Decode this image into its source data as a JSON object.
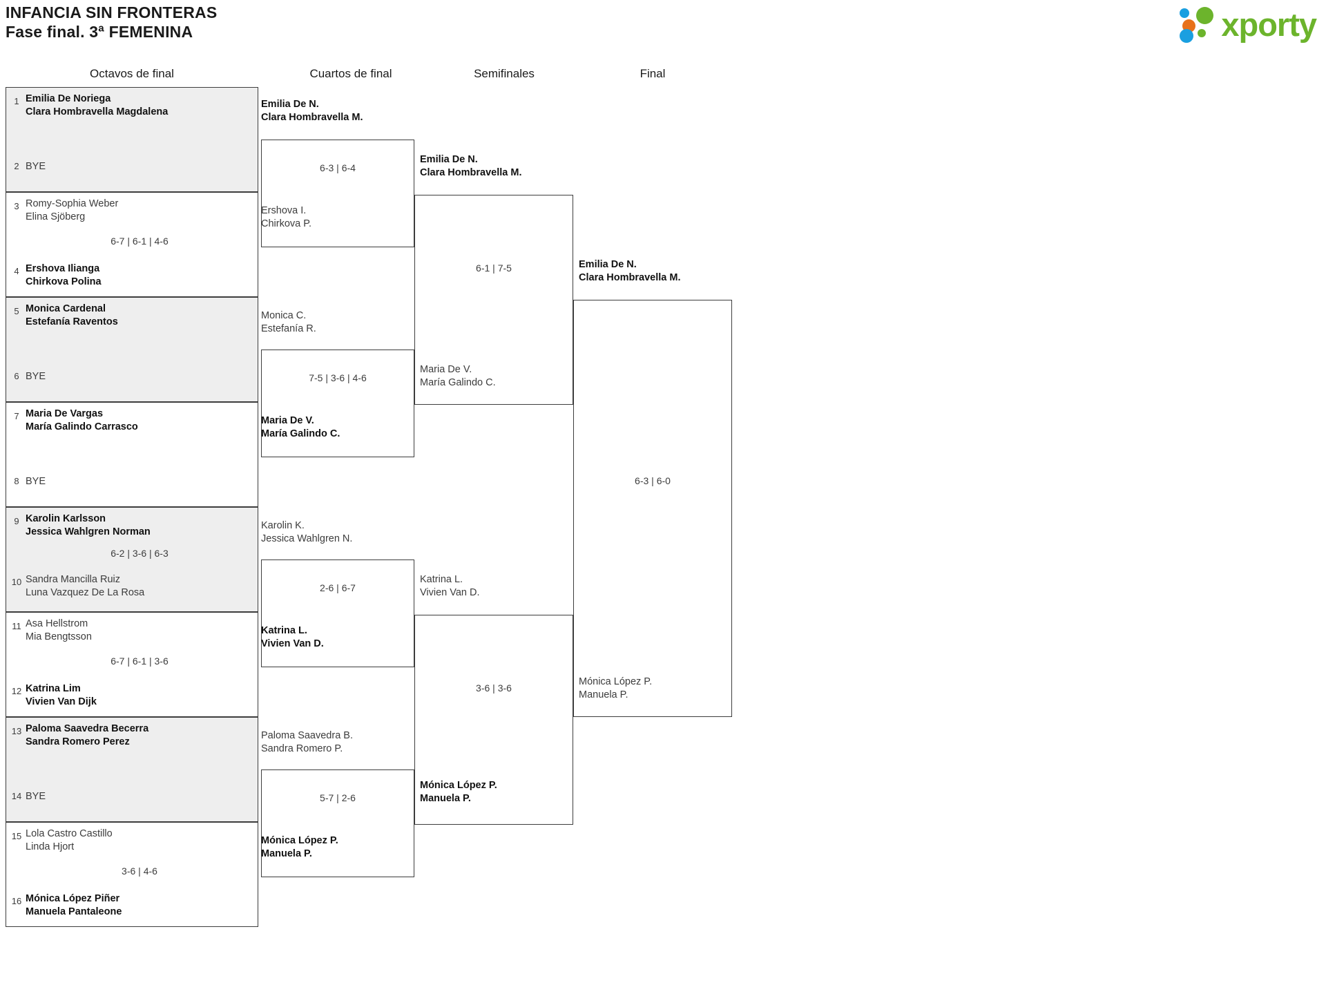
{
  "header": {
    "tournament": "INFANCIA SIN FRONTERAS",
    "phase": "Fase final. 3ª FEMENINA",
    "logo_text": "xporty"
  },
  "rounds": [
    {
      "key": "r16",
      "label": "Octavos de final"
    },
    {
      "key": "qf",
      "label": "Cuartos de final"
    },
    {
      "key": "sf",
      "label": "Semifinales"
    },
    {
      "key": "f",
      "label": "Final"
    }
  ],
  "r16": {
    "matches": [
      {
        "seed_top": "1",
        "seed_bottom": "2",
        "top_l1": "Emilia De Noriega",
        "top_l2": "Clara Hombravella Magdalena",
        "bottom_l1": "BYE",
        "bottom_l2": "",
        "score": "",
        "winner": "top",
        "shaded": true
      },
      {
        "seed_top": "3",
        "seed_bottom": "4",
        "top_l1": "Romy-Sophia Weber",
        "top_l2": "Elina Sjöberg",
        "bottom_l1": "Ershova Ilianga",
        "bottom_l2": "Chirkova Polina",
        "score": "6-7 | 6-1 | 4-6",
        "winner": "bottom",
        "shaded": false
      },
      {
        "seed_top": "5",
        "seed_bottom": "6",
        "top_l1": "Monica Cardenal",
        "top_l2": "Estefanía Raventos",
        "bottom_l1": "BYE",
        "bottom_l2": "",
        "score": "",
        "winner": "top",
        "shaded": true
      },
      {
        "seed_top": "7",
        "seed_bottom": "8",
        "top_l1": "Maria De Vargas",
        "top_l2": "María Galindo Carrasco",
        "bottom_l1": "BYE",
        "bottom_l2": "",
        "score": "",
        "winner": "top",
        "shaded": false
      },
      {
        "seed_top": "9",
        "seed_bottom": "10",
        "top_l1": "Karolin Karlsson",
        "top_l2": "Jessica Wahlgren Norman",
        "bottom_l1": "Sandra Mancilla Ruiz",
        "bottom_l2": "Luna Vazquez De La Rosa",
        "score": "6-2 | 3-6 | 6-3",
        "winner": "top",
        "shaded": true
      },
      {
        "seed_top": "11",
        "seed_bottom": "12",
        "top_l1": "Asa Hellstrom",
        "top_l2": "Mia Bengtsson",
        "bottom_l1": "Katrina Lim",
        "bottom_l2": "Vivien Van Dijk",
        "score": "6-7 | 6-1 | 3-6",
        "winner": "bottom",
        "shaded": false
      },
      {
        "seed_top": "13",
        "seed_bottom": "14",
        "top_l1": "Paloma Saavedra Becerra",
        "top_l2": "Sandra Romero Perez",
        "bottom_l1": "BYE",
        "bottom_l2": "",
        "score": "",
        "winner": "top",
        "shaded": true
      },
      {
        "seed_top": "15",
        "seed_bottom": "16",
        "top_l1": "Lola Castro Castillo",
        "top_l2": "Linda Hjort",
        "bottom_l1": "Mónica López Piñer",
        "bottom_l2": "Manuela Pantaleone",
        "score": "3-6 | 4-6",
        "winner": "bottom",
        "shaded": false
      }
    ]
  },
  "qf": {
    "matches": [
      {
        "top_l1": "Emilia De N.",
        "top_l2": "Clara Hombravella M.",
        "bottom_l1": "Ershova I.",
        "bottom_l2": "Chirkova P.",
        "score": "6-3 | 6-4",
        "winner": "top"
      },
      {
        "top_l1": "Monica C.",
        "top_l2": "Estefanía R.",
        "bottom_l1": "Maria De V.",
        "bottom_l2": "María Galindo C.",
        "score": "7-5 | 3-6 | 4-6",
        "winner": "bottom"
      },
      {
        "top_l1": "Karolin K.",
        "top_l2": "Jessica Wahlgren N.",
        "bottom_l1": "Katrina L.",
        "bottom_l2": "Vivien Van D.",
        "score": "2-6 | 6-7",
        "winner": "bottom"
      },
      {
        "top_l1": "Paloma Saavedra B.",
        "top_l2": "Sandra Romero P.",
        "bottom_l1": "Mónica López P.",
        "bottom_l2": "Manuela P.",
        "score": "5-7 | 2-6",
        "winner": "bottom"
      }
    ]
  },
  "sf": {
    "matches": [
      {
        "top_l1": "Emilia De N.",
        "top_l2": "Clara Hombravella M.",
        "bottom_l1": "Maria De V.",
        "bottom_l2": "María Galindo C.",
        "score": "6-1 | 7-5",
        "winner": "top"
      },
      {
        "top_l1": "Katrina L.",
        "top_l2": "Vivien Van D.",
        "bottom_l1": "Mónica López P.",
        "bottom_l2": "Manuela P.",
        "score": "3-6 | 3-6",
        "winner": "bottom"
      }
    ]
  },
  "final": {
    "matches": [
      {
        "top_l1": "Emilia De N.",
        "top_l2": "Clara Hombravella M.",
        "bottom_l1": "Mónica López P.",
        "bottom_l2": "Manuela P.",
        "score": "6-3 | 6-0",
        "winner": "top"
      }
    ]
  }
}
